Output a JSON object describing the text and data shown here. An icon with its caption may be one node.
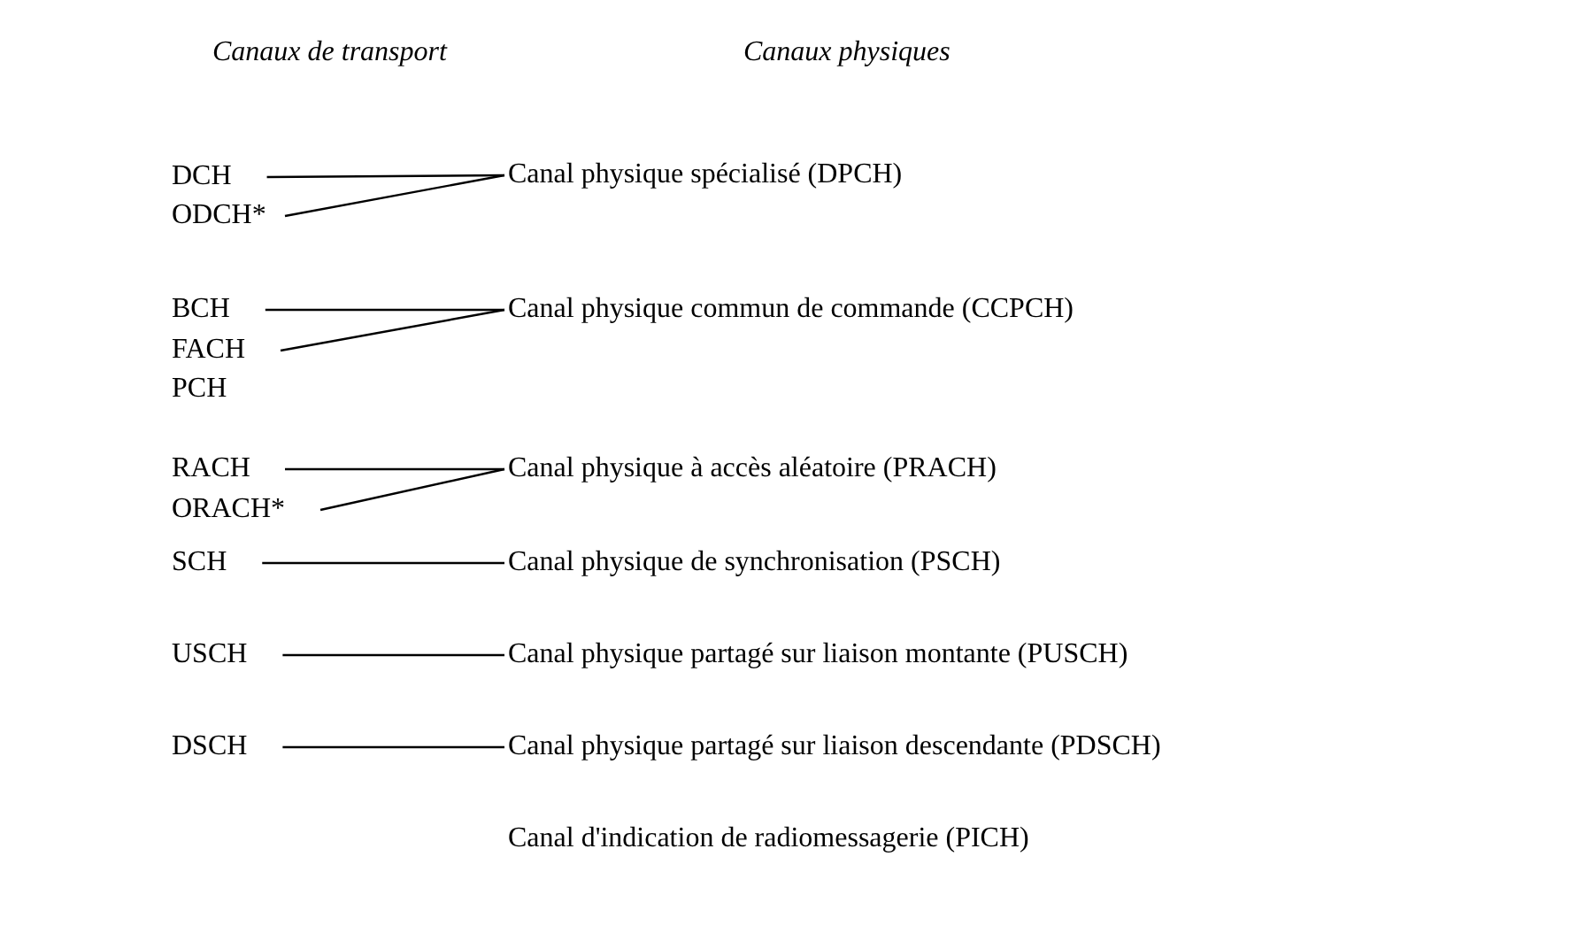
{
  "diagram": {
    "nodes": [
      {
        "text": [
          "DCH"
        ]
      },
      {
        "text": [
          "Canal physique spécialisé (DPCH)"
        ]
      },
      {
        "text": [
          "ODCH*"
        ]
      },
      {
        "text": [
          "BCH"
        ]
      },
      {
        "text": [
          "Canal physique commun de commande (CCPCH)"
        ]
      },
      {
        "text": [
          "FACH"
        ]
      },
      {
        "text": [
          "RACH"
        ]
      },
      {
        "text": [
          "Canal physique à accès aléatoire (PRACH)"
        ]
      },
      {
        "text": [
          "ORACH*"
        ]
      },
      {
        "text": [
          "SCH"
        ]
      },
      {
        "text": [
          "Canal physique de synchronisation (PSCH)"
        ]
      },
      {
        "text": [
          "USCH"
        ]
      },
      {
        "text": [
          "Canal physique partagé sur liaison montante (PUSCH)"
        ]
      },
      {
        "text": [
          "DSCH"
        ]
      },
      {
        "text": [
          "Canal physique partagé sur liaison descendante (PDSCH)"
        ]
      }
    ],
    "edges": [
      {
        "from": 0,
        "to": 1,
        "arrow": "none"
      },
      {
        "from": 2,
        "to": 1,
        "arrow": "none"
      },
      {
        "from": 3,
        "to": 4,
        "arrow": "none"
      },
      {
        "from": 5,
        "to": 4,
        "arrow": "none"
      },
      {
        "from": 6,
        "to": 7,
        "arrow": "none"
      },
      {
        "from": 8,
        "to": 7,
        "arrow": "none"
      },
      {
        "from": 9,
        "to": 10,
        "arrow": "none"
      },
      {
        "from": 11,
        "to": 12,
        "arrow": "none"
      },
      {
        "from": 13,
        "to": 14,
        "arrow": "none"
      }
    ],
    "labels": [
      "Canaux de transport",
      "Canaux physiques",
      "PCH",
      "Canal d'indication de radiomessagerie (PICH)"
    ]
  }
}
